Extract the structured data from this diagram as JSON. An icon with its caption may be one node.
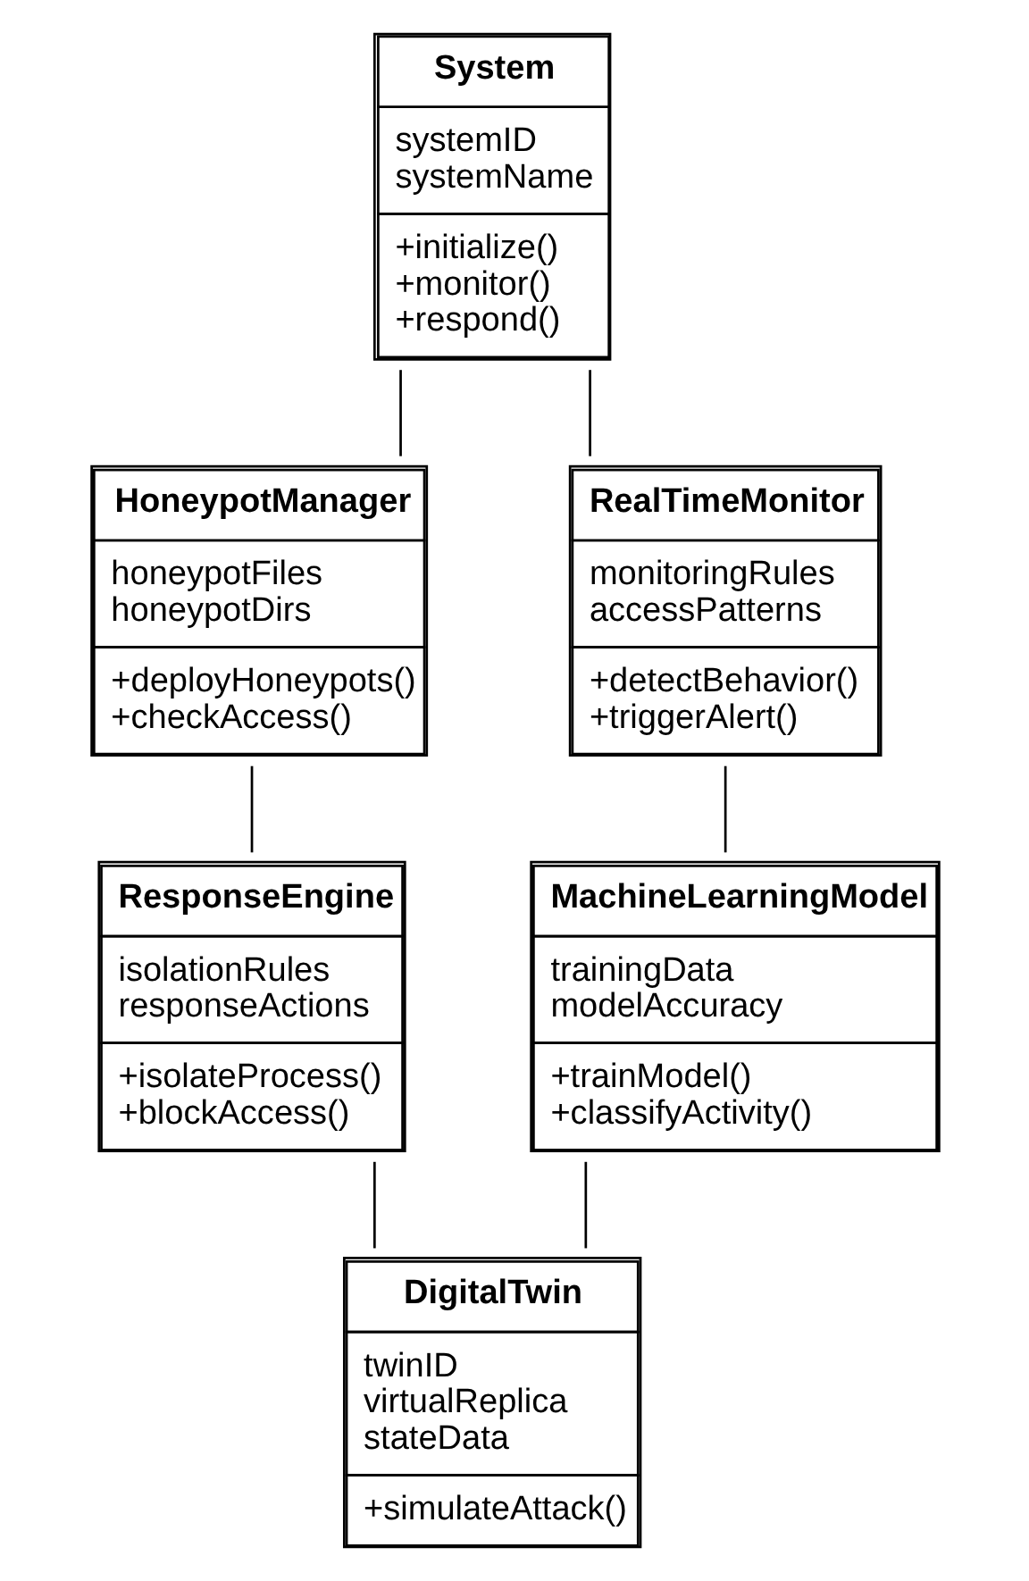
{
  "diagram": {
    "nodes": [
      {
        "text": [
          "System",
          "systemID systemName",
          "+initialize() +monitor() +respond()"
        ]
      },
      {
        "text": [
          "HoneypotManager",
          "honeypotFiles honeypotDirs",
          "+deployHoneypots() +checkAccess()"
        ]
      },
      {
        "text": [
          "RealTimeMonitor",
          "monitoringRules accessPatterns",
          "+detectBehavior() +triggerAlert()"
        ]
      },
      {
        "text": [
          "ResponseEngine",
          "isolationRules responseActions",
          "+isolateProcess() +blockAccess()"
        ]
      },
      {
        "text": [
          "MachineLearningModel",
          "trainingData modelAccuracy",
          "+trainModel() +classifyActivity()"
        ]
      },
      {
        "text": [
          "DigitalTwin",
          "twinID virtualReplica stateData",
          "+simulateAttack()"
        ]
      }
    ],
    "edges": [
      {
        "from": 0,
        "to": 1,
        "arrow": "none"
      },
      {
        "from": 0,
        "to": 2,
        "arrow": "none"
      },
      {
        "from": 1,
        "to": 3,
        "arrow": "none"
      },
      {
        "from": 2,
        "to": 4,
        "arrow": "none"
      },
      {
        "from": 3,
        "to": 5,
        "arrow": "none"
      },
      {
        "from": 4,
        "to": 5,
        "arrow": "none"
      }
    ]
  }
}
